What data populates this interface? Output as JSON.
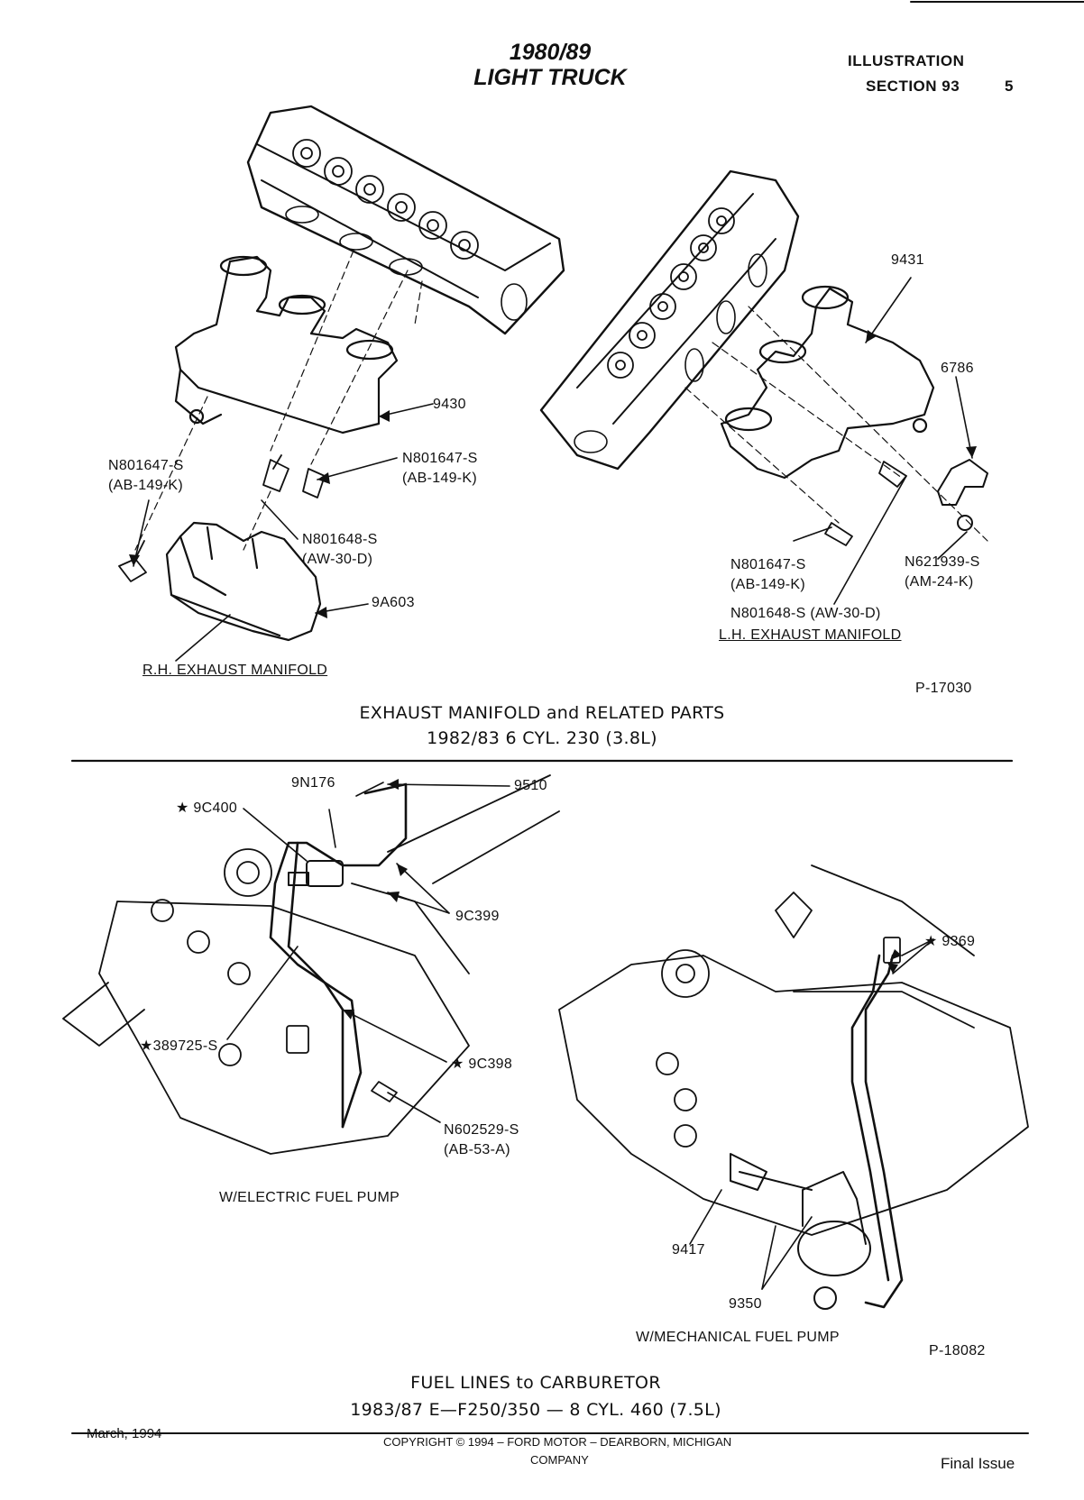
{
  "header": {
    "title_line1": "1980/89",
    "title_line2": "LIGHT TRUCK",
    "illustration": "ILLUSTRATION",
    "section": "SECTION 93",
    "page": "5"
  },
  "exhaust": {
    "labels": {
      "l9431": "9431",
      "l6786": "6786",
      "l9430": "9430",
      "l_rh_bolt_a": "N801647-S",
      "l_rh_bolt_a_code": "(AB-149-K)",
      "l_rh_bolt_b": "N801647-S",
      "l_rh_bolt_b_code": "(AB-149-K)",
      "l_stud_a": "N801648-S",
      "l_stud_a_code": "(AW-30-D)",
      "l9a603": "9A603",
      "l_lh_bolt": "N801647-S",
      "l_lh_bolt_code": "(AB-149-K)",
      "l_lh_stud": "N801648-S (AW-30-D)",
      "l_nut": "N621939-S",
      "l_nut_code": "(AM-24-K)",
      "rh_manifold": "R.H. EXHAUST MANIFOLD",
      "lh_manifold": "L.H. EXHAUST MANIFOLD",
      "ref": "P-17030"
    },
    "caption_line1": "EXHAUST MANIFOLD and RELATED PARTS",
    "caption_line2": "1982/83 6 CYL. 230 (3.8L)"
  },
  "fuel": {
    "labels": {
      "l9n176": "9N176",
      "l9510": "9510",
      "l9c400": "★ 9C400",
      "l9c399": "9C399",
      "l389725": "★389725-S",
      "l9c398": "★ 9C398",
      "l_n602529": "N602529-S",
      "l_n602529_code": "(AB-53-A)",
      "l9369": "★ 9369",
      "l9417": "9417",
      "l9350": "9350",
      "electric": "W/ELECTRIC FUEL PUMP",
      "mechanical": "W/MECHANICAL FUEL PUMP",
      "ref": "P-18082"
    },
    "caption_line1": "FUEL LINES to CARBURETOR",
    "caption_line2": "1983/87 E—F250/350 — 8 CYL. 460 (7.5L)"
  },
  "footer": {
    "date": "March, 1994",
    "copyright_line1": "COPYRIGHT © 1994 – FORD MOTOR – DEARBORN, MICHIGAN",
    "copyright_line2": "COMPANY",
    "status": "Final Issue"
  },
  "colors": {
    "ink": "#111111",
    "paper": "#ffffff"
  }
}
